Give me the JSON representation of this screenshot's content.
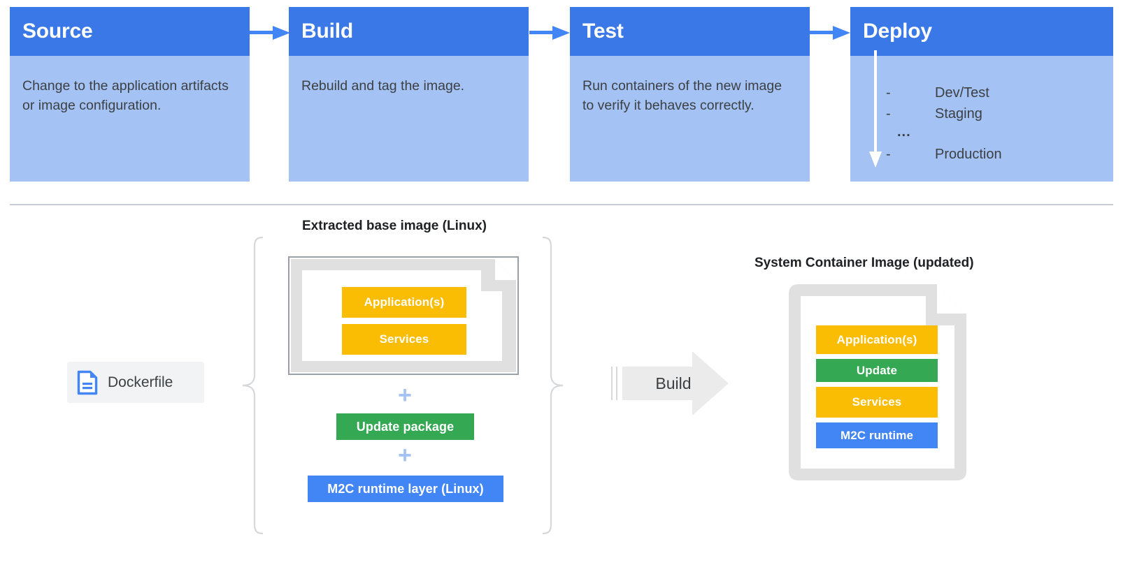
{
  "pipeline": {
    "stages": [
      {
        "title": "Source",
        "body": "Change to the application artifacts or image configuration."
      },
      {
        "title": "Build",
        "body": "Rebuild and tag the image."
      },
      {
        "title": "Test",
        "body": "Run containers of the new image to verify it behaves correctly."
      },
      {
        "title": "Deploy",
        "body": ""
      }
    ],
    "deploy_items": [
      {
        "dash": "-",
        "label": "Dev/Test"
      },
      {
        "dash": "-",
        "label": "Staging"
      }
    ],
    "deploy_ellipsis": "...",
    "deploy_last": {
      "dash": "-",
      "label": "Production"
    }
  },
  "build_flow": {
    "base_image_caption": "Extracted base image (Linux)",
    "system_image_caption": "System Container Image (updated)",
    "dockerfile_label": "Dockerfile",
    "build_arrow_label": "Build",
    "plus_symbol": "+",
    "base_layers": [
      {
        "label": "Application(s)",
        "color": "#FBBC04"
      },
      {
        "label": "Services",
        "color": "#FBBC04"
      }
    ],
    "added_layers": [
      {
        "label": "Update package",
        "color": "#34A853"
      },
      {
        "label": "M2C runtime layer (Linux)",
        "color": "#4285F4"
      }
    ],
    "result_layers": [
      {
        "label": "Application(s)",
        "color": "#FBBC04"
      },
      {
        "label": "Update",
        "color": "#34A853"
      },
      {
        "label": "Services",
        "color": "#FBBC04"
      },
      {
        "label": "M2C runtime",
        "color": "#4285F4"
      }
    ]
  },
  "colors": {
    "header_blue": "#3B78E7",
    "body_blue": "#A4C2F4",
    "accent_blue": "#4285F4",
    "amber": "#FBBC04",
    "green": "#34A853",
    "doc_gray": "#E0E0E0",
    "divider": "#C8CDD4",
    "text_dark": "#3C4043"
  }
}
